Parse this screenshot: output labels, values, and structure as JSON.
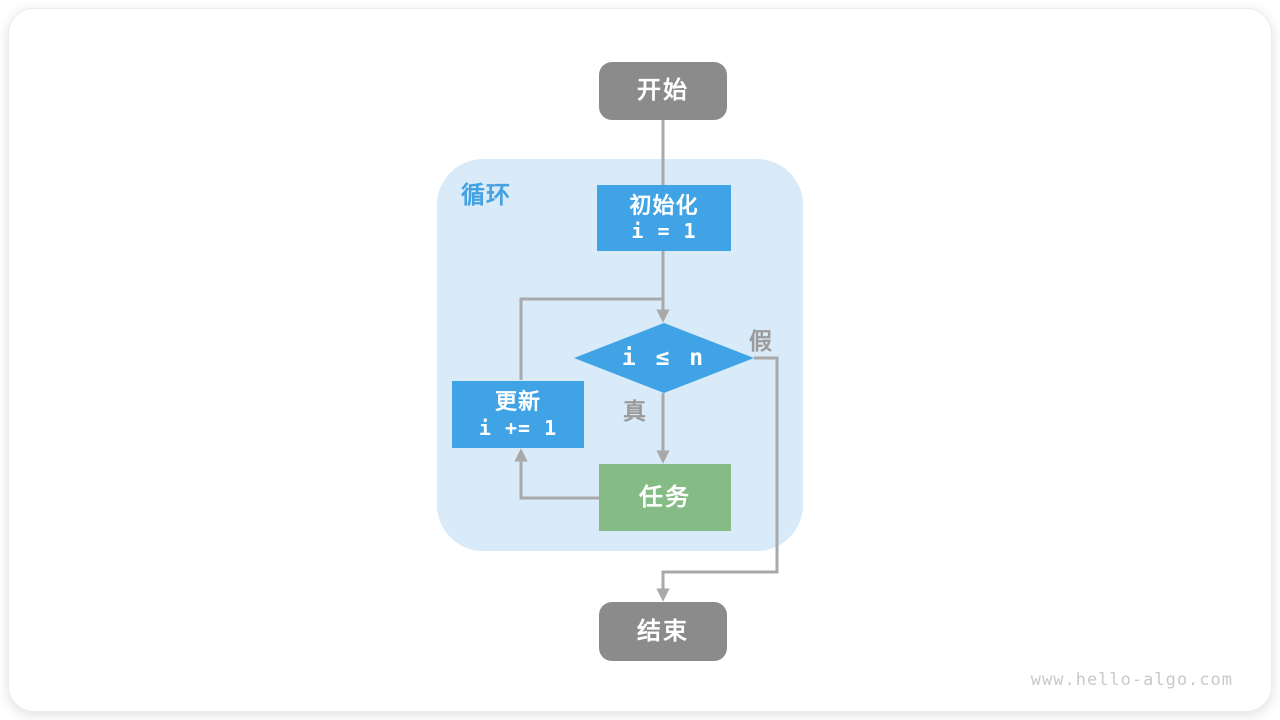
{
  "diagram": {
    "loop_label": "循环",
    "watermark": "www.hello-algo.com"
  },
  "nodes": {
    "start": {
      "label": "开始"
    },
    "init": {
      "title": "初始化",
      "code": "i = 1"
    },
    "condition": {
      "code": "i ≤ n"
    },
    "update": {
      "title": "更新",
      "code": "i += 1"
    },
    "task": {
      "label": "任务"
    },
    "end": {
      "label": "结束"
    }
  },
  "edges": {
    "true_label": "真",
    "false_label": "假"
  },
  "colors": {
    "process_blue": "#40a3e6",
    "task_green": "#85bc85",
    "terminal_gray": "#8b8b8b",
    "loop_background": "#d9eaf9",
    "connector_gray": "#a9a9a9",
    "edge_label_gray": "#9b9b9b",
    "loop_label_blue": "#45a2e2",
    "watermark_gray": "#c9c9c9"
  }
}
